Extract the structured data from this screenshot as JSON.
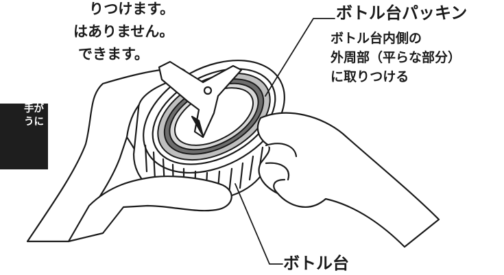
{
  "intro_lines": [
    "りつけます。",
    "はありません。",
    "できます。"
  ],
  "note_lines": [
    "手が",
    "うに"
  ],
  "labels": {
    "gasket": {
      "title": "ボトル台パッキン",
      "desc_lines": [
        "ボトル台内側の",
        "外周部（平らな部分）",
        "に取りつける"
      ]
    },
    "base": {
      "title": "ボトル台"
    }
  }
}
